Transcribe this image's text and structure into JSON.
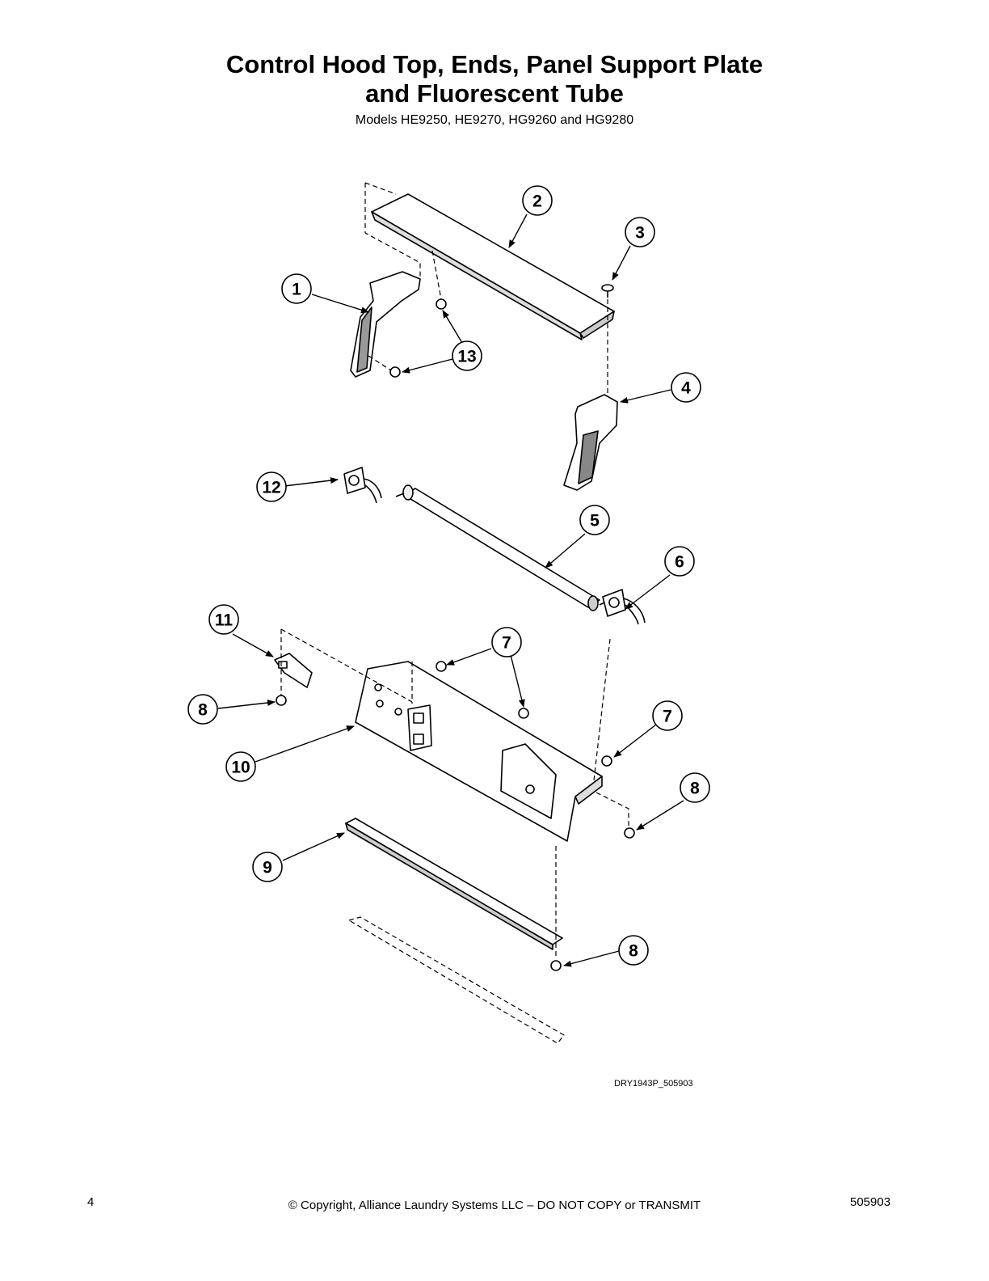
{
  "title_line1": "Control Hood Top, Ends, Panel Support Plate",
  "title_line2": "and Fluorescent Tube",
  "subtitle": "Models HE9250, HE9270, HG9260 and HG9280",
  "callouts": {
    "c1": "1",
    "c2": "2",
    "c3": "3",
    "c4": "4",
    "c5": "5",
    "c6": "6",
    "c7a": "7",
    "c7b": "7",
    "c8a": "8",
    "c8b": "8",
    "c8c": "8",
    "c9": "9",
    "c10": "10",
    "c11": "11",
    "c12": "12",
    "c13": "13"
  },
  "drawing_id": "DRY1943P_505903",
  "footer": {
    "page_number": "4",
    "copyright": "© Copyright, Alliance Laundry Systems LLC – DO NOT COPY or TRANSMIT",
    "doc_number": "505903"
  }
}
